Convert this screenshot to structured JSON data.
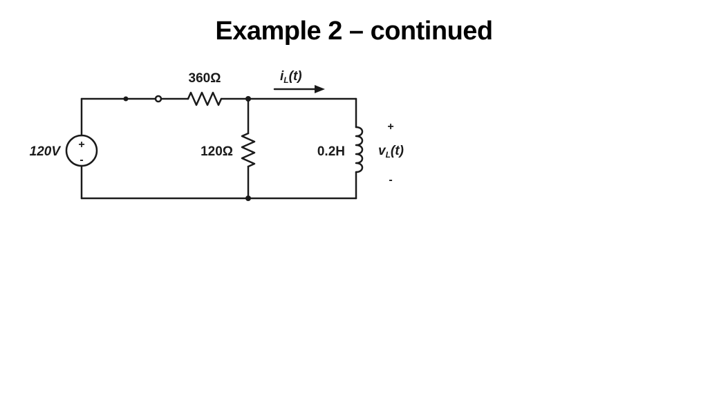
{
  "slide": {
    "title": "Example 2 – continued"
  },
  "circuit": {
    "source_label": "120V",
    "source_plus": "+",
    "source_minus": "-",
    "series_resistor": "360Ω",
    "shunt_resistor": "120Ω",
    "inductor": "0.2H",
    "current_label_main": "i",
    "current_label_sub": "L",
    "current_label_tail": "(t)",
    "voltage_label_main": "v",
    "voltage_label_sub": "L",
    "voltage_label_tail": "(t)",
    "voltage_plus": "+",
    "voltage_minus": "-"
  }
}
